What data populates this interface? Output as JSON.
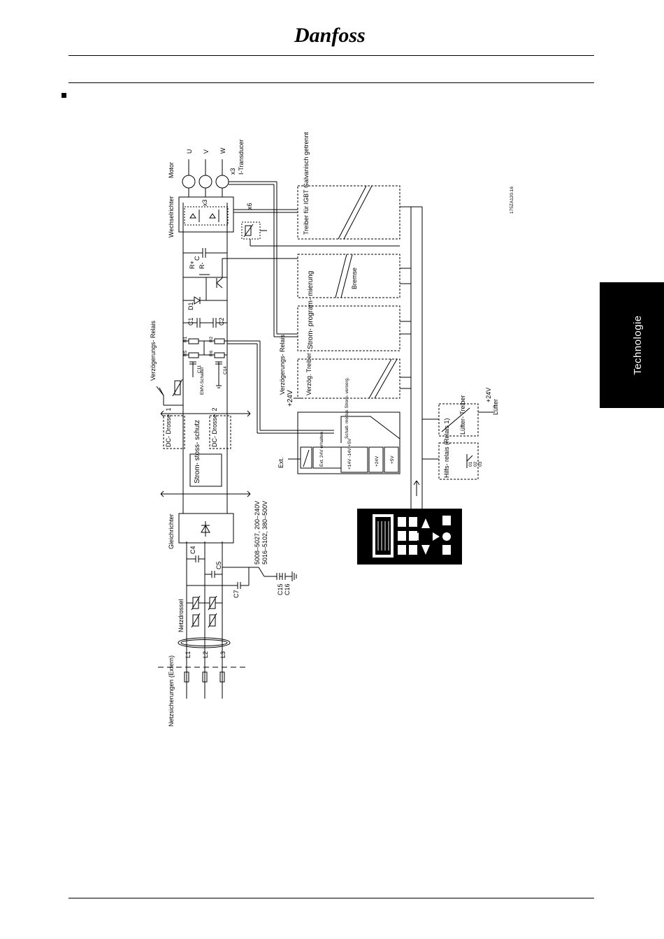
{
  "header": {
    "logo_text": "Danfoss",
    "side_tab_label": "Technologie"
  },
  "diagram": {
    "figure_code": "175ZA120.16",
    "labels": {
      "mains_fuses": "Netzsicherungen (Extern)",
      "l1": "L1",
      "l2": "L2",
      "l3": "L3",
      "mains_choke": "Netzdrossel",
      "rectifier": "Gleichrichter",
      "c4": "C4",
      "c5": "C5",
      "c7": "C7",
      "c15": "C15",
      "c16": "C16",
      "model_line_1": "5008–5027, 200–240V",
      "model_line_2": "5016–5102, 380–500V",
      "surge": "Strom- stoss- schutz",
      "dc_choke_1": "DC- Drossel 1",
      "dc_choke_2": "DC- Drossel 2",
      "delay_relay_top": "Verzögerungs- Relais",
      "r1": "R1",
      "r2": "R2",
      "r5": "R5",
      "r6": "R6",
      "c11": "C11",
      "c14": "C14",
      "emv_switch": "EMV-Schalter",
      "c1": "C1",
      "c2": "C2",
      "d1": "D1",
      "r_plus": "R+",
      "r_minus": "R-",
      "c_label": "C",
      "inverter": "Wechselrichter",
      "x3_top": "x3",
      "x6": "x6",
      "motor": "Motor",
      "u": "U",
      "v": "V",
      "w": "W",
      "x3_transducer": "x3",
      "i_transducer": "I-Transducer",
      "igbt_driver": "Treiber für IGBT Galvanisch getrennt",
      "brake": "Bremse",
      "current_prog": "Strom- program- mierung",
      "delay_relay_mid": "Verzögerungs- Relais",
      "delay_driver": "Verzög. Treiber",
      "plus24v_a": "+24V",
      "ext": "Ext.",
      "ext_24v": "Ext. 24V erhalten",
      "voltages": "+14V -14V +5V",
      "smps": "Schalt- modus Strom- versorg.",
      "plus24v_b": "+24V",
      "plus5v": "+5V",
      "fan_driver": "Lüfter- Treiber",
      "plus24v_c": "+24V",
      "fan": "Lüfter",
      "aux_relay": "Hilfs- relais (Relais 1)",
      "relay_01": "01",
      "relay_02": "02",
      "relay_03": "03"
    }
  }
}
